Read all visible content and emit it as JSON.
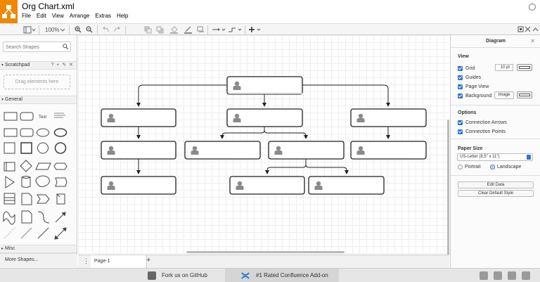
{
  "app": {
    "title": "Org Chart.xml",
    "menu": [
      "File",
      "Edit",
      "View",
      "Arrange",
      "Extras",
      "Help"
    ]
  },
  "toolbar": {
    "zoom": "100%"
  },
  "sidebar": {
    "search_placeholder": "Search Shapes",
    "scratchpad_label": "Scratchpad",
    "scratchpad_tools": "? + ✎ ✕",
    "drop_zone_text": "Drag elements here",
    "general_label": "General",
    "text_shape_label": "Text",
    "misc_label": "Misc",
    "more_shapes_label": "More Shapes..."
  },
  "pages": {
    "tab_label": "Page-1",
    "add_label": "+"
  },
  "format_panel": {
    "title": "Diagram",
    "view_header": "View",
    "grid_label": "Grid",
    "grid_size": "10 pt",
    "guides_label": "Guides",
    "page_view_label": "Page View",
    "background_label": "Background",
    "image_button": "Image",
    "options_header": "Options",
    "connection_arrows_label": "Connection Arrows",
    "connection_points_label": "Connection Points",
    "paper_size_header": "Paper Size",
    "paper_size_value": "US-Letter (8,5\" x 11\")",
    "portrait_label": "Portrait",
    "landscape_label": "Landscape",
    "edit_data_button": "Edit Data",
    "clear_default_style_button": "Clear Default Style"
  },
  "footer": {
    "github_label": "Fork us on GitHub",
    "confluence_label": "#1 Rated Confluence Add-on"
  },
  "colors": {
    "brand": "#f08705",
    "accent": "#2d76d2"
  }
}
